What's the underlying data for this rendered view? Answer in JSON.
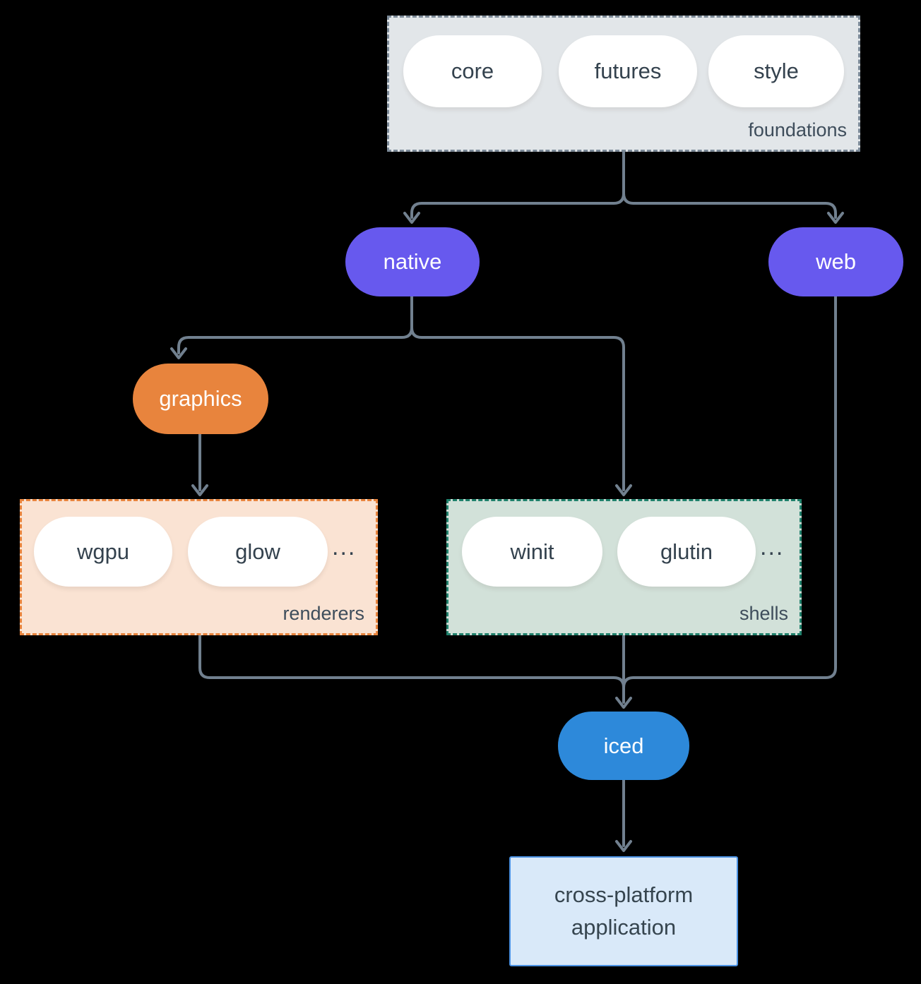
{
  "colors": {
    "background": "#000000",
    "arrow": "#71808f",
    "node_purple": "#6759ee",
    "node_orange": "#e8843d",
    "node_blue": "#2d89da",
    "foundations_bg": "#e2e6e9",
    "foundations_border": "#7c8a98",
    "renderers_bg": "#fae3d3",
    "renderers_border": "#e8843d",
    "shells_bg": "#d2e1d9",
    "shells_border": "#1f806b",
    "application_bg": "#d9e9f9",
    "application_border": "#4b92e3",
    "pill_text": "#34424e",
    "label_text": "#3e4d5b"
  },
  "groups": {
    "foundations": {
      "label": "foundations",
      "pills": [
        "core",
        "futures",
        "style"
      ]
    },
    "renderers": {
      "label": "renderers",
      "pills": [
        "wgpu",
        "glow"
      ],
      "more": "..."
    },
    "shells": {
      "label": "shells",
      "pills": [
        "winit",
        "glutin"
      ],
      "more": "..."
    }
  },
  "nodes": {
    "native": "native",
    "web": "web",
    "graphics": "graphics",
    "iced": "iced",
    "application": "cross-platform application"
  }
}
